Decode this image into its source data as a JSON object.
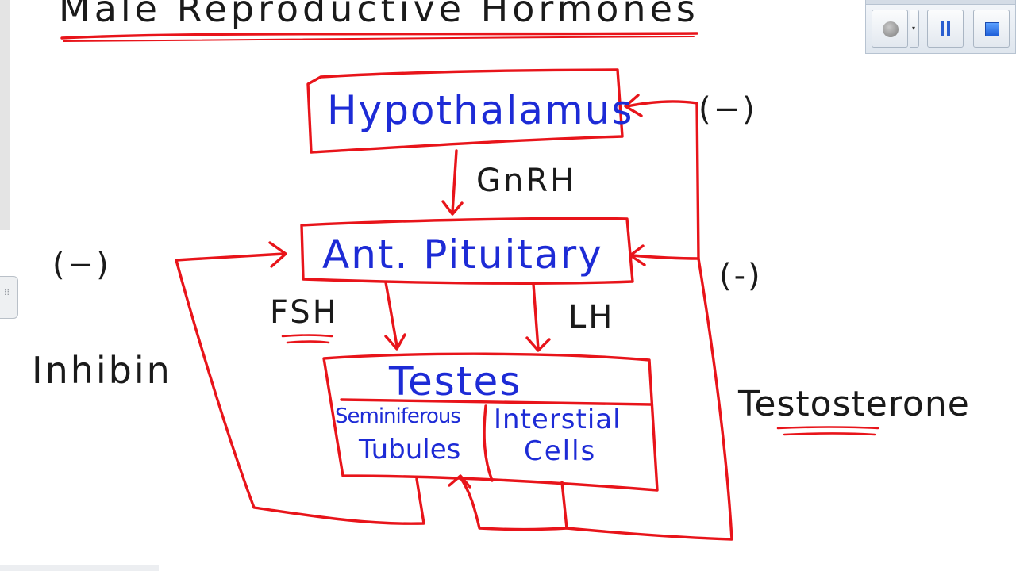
{
  "title": "Male Reproductive Hormones",
  "boxes": {
    "hypothalamus": "Hypothalamus",
    "ant_pituitary": "Ant. Pituitary",
    "testes": "Testes",
    "seminiferous_line1": "Seminiferous",
    "seminiferous_line2": "Tubules",
    "interstitial_line1": "Interstial",
    "interstitial_line2": "Cells"
  },
  "labels": {
    "gnrh": "GnRH",
    "fsh": "FSH",
    "lh": "LH",
    "inhibin": "Inhibin",
    "testosterone": "Testosterone",
    "neg_left": "(−)",
    "neg_top_right": "(−)",
    "neg_mid_right": "(-)"
  },
  "colors": {
    "ink_red": "#e8141a",
    "ink_blue": "#1d2bd6",
    "ink_black": "#1a1a1a"
  },
  "toolbar": {
    "record_icon": "record-icon",
    "dropdown_icon": "chevron-down-icon",
    "pause_icon": "pause-icon",
    "stop_icon": "stop-icon"
  }
}
